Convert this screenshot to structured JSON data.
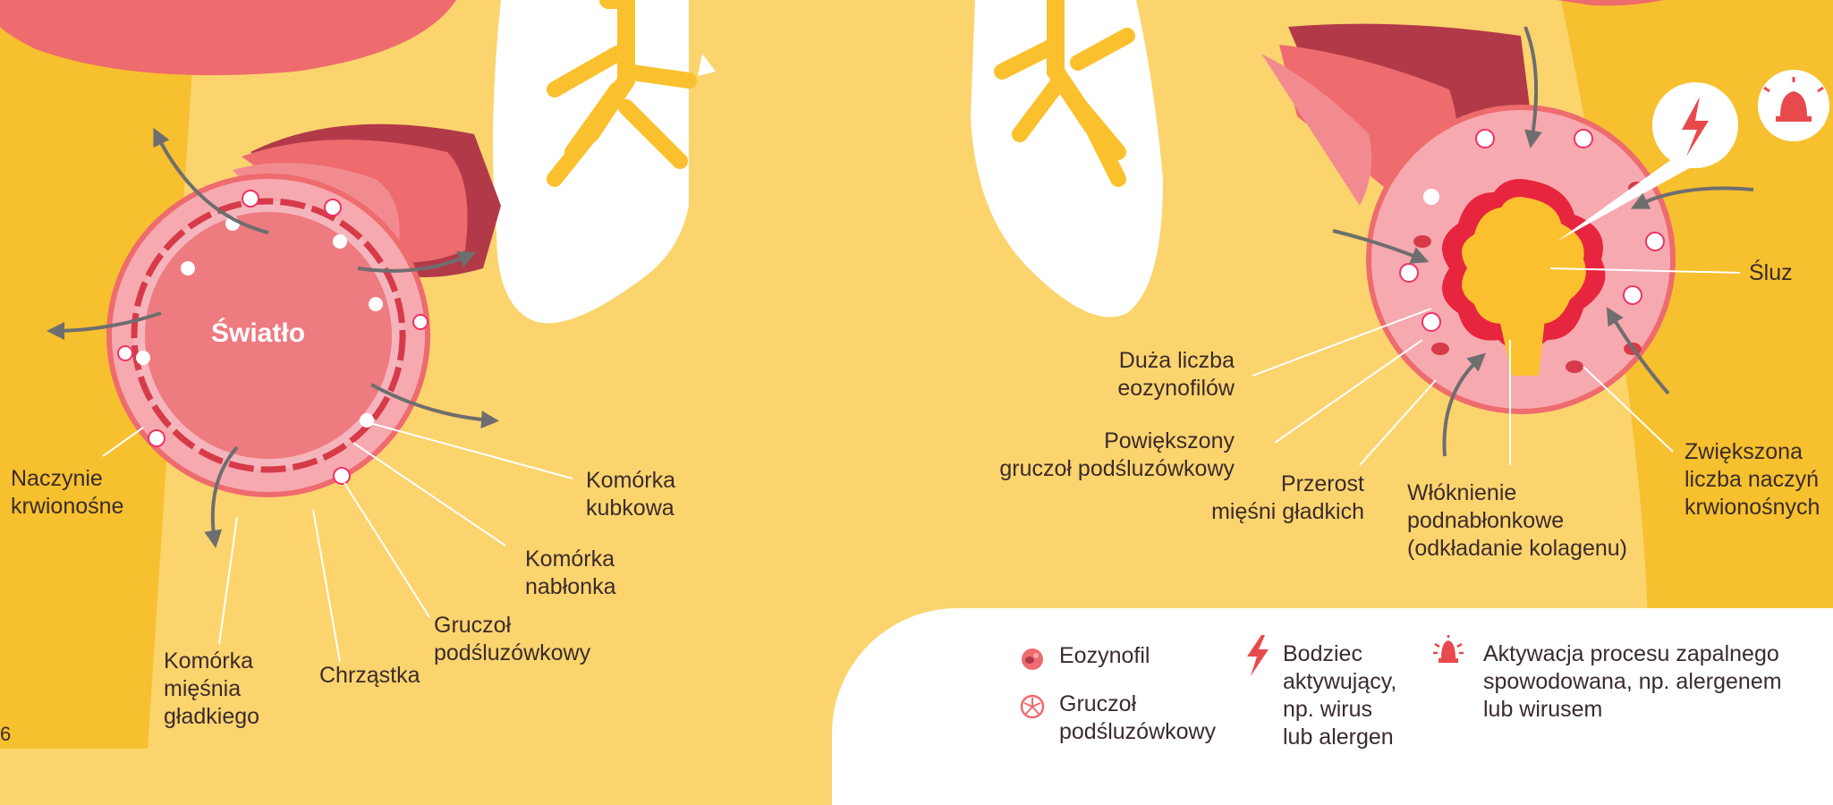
{
  "left_diagram": {
    "lumen_label": "Światło",
    "labels": {
      "blood_vessel": "Naczynie\nkrwionośne",
      "goblet_cell": "Komórka\nkubkowa",
      "epithelial_cell": "Komórka\nnabłonka",
      "submucosal_gland": "Gruczoł\npodśluzówkowy",
      "smooth_muscle_cell": "Komórka\nmięśnia\ngładkiego",
      "cartilage": "Chrząstka"
    }
  },
  "right_diagram": {
    "labels": {
      "mucus": "Śluz",
      "eosinophils": "Duża liczba\neozynofilów",
      "enlarged_gland": "Powiększony\ngruczoł podśluzówkowy",
      "smooth_muscle_growth": "Przerost\nmięśni gładkich",
      "fibrosis": "Włóknienie\npodnabłonkowe\n(odkładanie kolagenu)",
      "vessels_increase": "Zwiększona\nliczba naczyń\nkrwionośnych"
    }
  },
  "legend": {
    "eosinophil": "Eozynofil",
    "gland": "Gruczoł\npodśluzówkowy",
    "trigger": "Bodziec\naktywujący,\nnp. wirus\nlub alergen",
    "inflammation": "Aktywacja procesu zapalnego\nspowodowana, np. alergenem\nlub wirusem"
  },
  "page_number": "6",
  "colors": {
    "background": "#FBD46E",
    "left_band": "#F6C02E",
    "tissue_pink": "#F7A9B0",
    "tissue_dark": "#B23A48",
    "tissue_mid": "#EE6B6E",
    "bronchi_yellow": "#FBC02D",
    "arrow_gray": "#6E6E6E",
    "alert_red": "#E8494D"
  },
  "icons": [
    "eosinophil-icon",
    "gland-icon",
    "lightning-icon",
    "alarm-bell-icon"
  ]
}
